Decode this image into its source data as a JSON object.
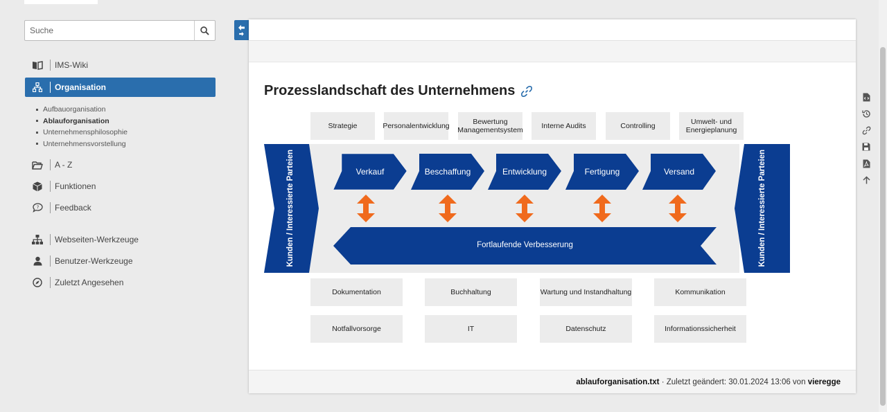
{
  "search": {
    "placeholder": "Suche"
  },
  "sidebar": {
    "items": [
      {
        "label": "IMS-Wiki",
        "icon": "book-icon"
      },
      {
        "label": "Organisation",
        "icon": "org-chart-icon"
      },
      {
        "label": "A - Z",
        "icon": "folder-open-icon"
      },
      {
        "label": "Funktionen",
        "icon": "cube-icon"
      },
      {
        "label": "Feedback",
        "icon": "feedback-bubble-icon"
      },
      {
        "label": "Webseiten-Werkzeuge",
        "icon": "sitemap-icon"
      },
      {
        "label": "Benutzer-Werkzeuge",
        "icon": "user-icon"
      },
      {
        "label": "Zuletzt Angesehen",
        "icon": "compass-icon"
      }
    ],
    "subitems": [
      {
        "label": "Aufbauorganisation"
      },
      {
        "label": "Ablauforganisation"
      },
      {
        "label": "Unternehmensphilosophie"
      },
      {
        "label": "Unternehmensvorstellung"
      }
    ]
  },
  "page": {
    "title": "Prozesslandschaft des Unternehmens"
  },
  "diagram": {
    "top_boxes": [
      "Strategie",
      "Personalentwicklung",
      "Bewertung Managementsystem",
      "Interne Audits",
      "Controlling",
      "Umwelt- und Energieplanung"
    ],
    "chevrons": [
      "Verkauf",
      "Beschaffung",
      "Entwicklung",
      "Fertigung",
      "Versand"
    ],
    "improvement": "Fortlaufende Verbesserung",
    "side_label": "Kunden / Interessierte Parteien",
    "bottom_row1": [
      "Dokumentation",
      "Buchhaltung",
      "Wartung und Instandhaltung",
      "Kommunikation"
    ],
    "bottom_row2": [
      "Notfallvorsorge",
      "IT",
      "Datenschutz",
      "Informationssicherheit"
    ]
  },
  "footer": {
    "file": "ablauforganisation.txt",
    "changed": "· Zuletzt geändert: 30.01.2024 13:06 von",
    "user": "vieregge"
  },
  "colors": {
    "accent": "#2a6ead",
    "navy": "#0b3d91",
    "orange": "#f06a1d"
  }
}
